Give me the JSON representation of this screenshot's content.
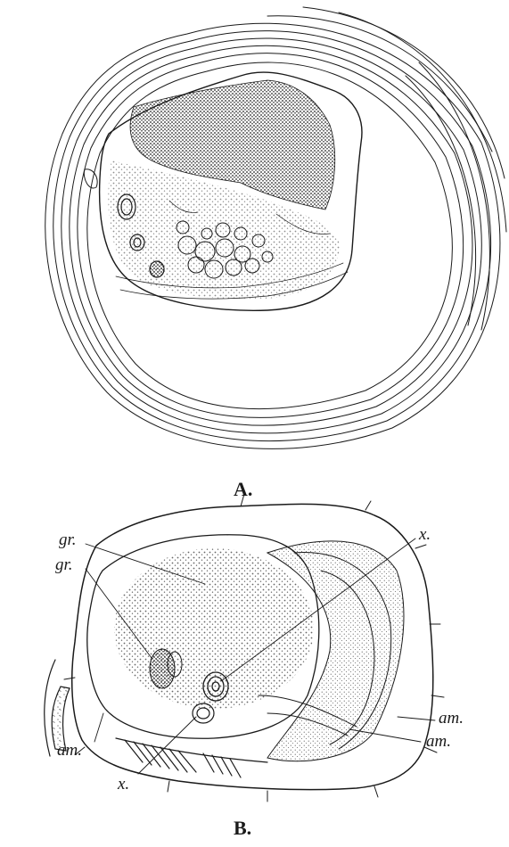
{
  "figure_a": {
    "caption": "A."
  },
  "figure_b": {
    "caption": "B.",
    "labels": {
      "gr_upper": "gr.",
      "gr_lower": "gr.",
      "x_upper": "x.",
      "x_lower": "x.",
      "am_left": "am.",
      "am_right_upper": "am.",
      "am_right_lower": "am."
    }
  }
}
